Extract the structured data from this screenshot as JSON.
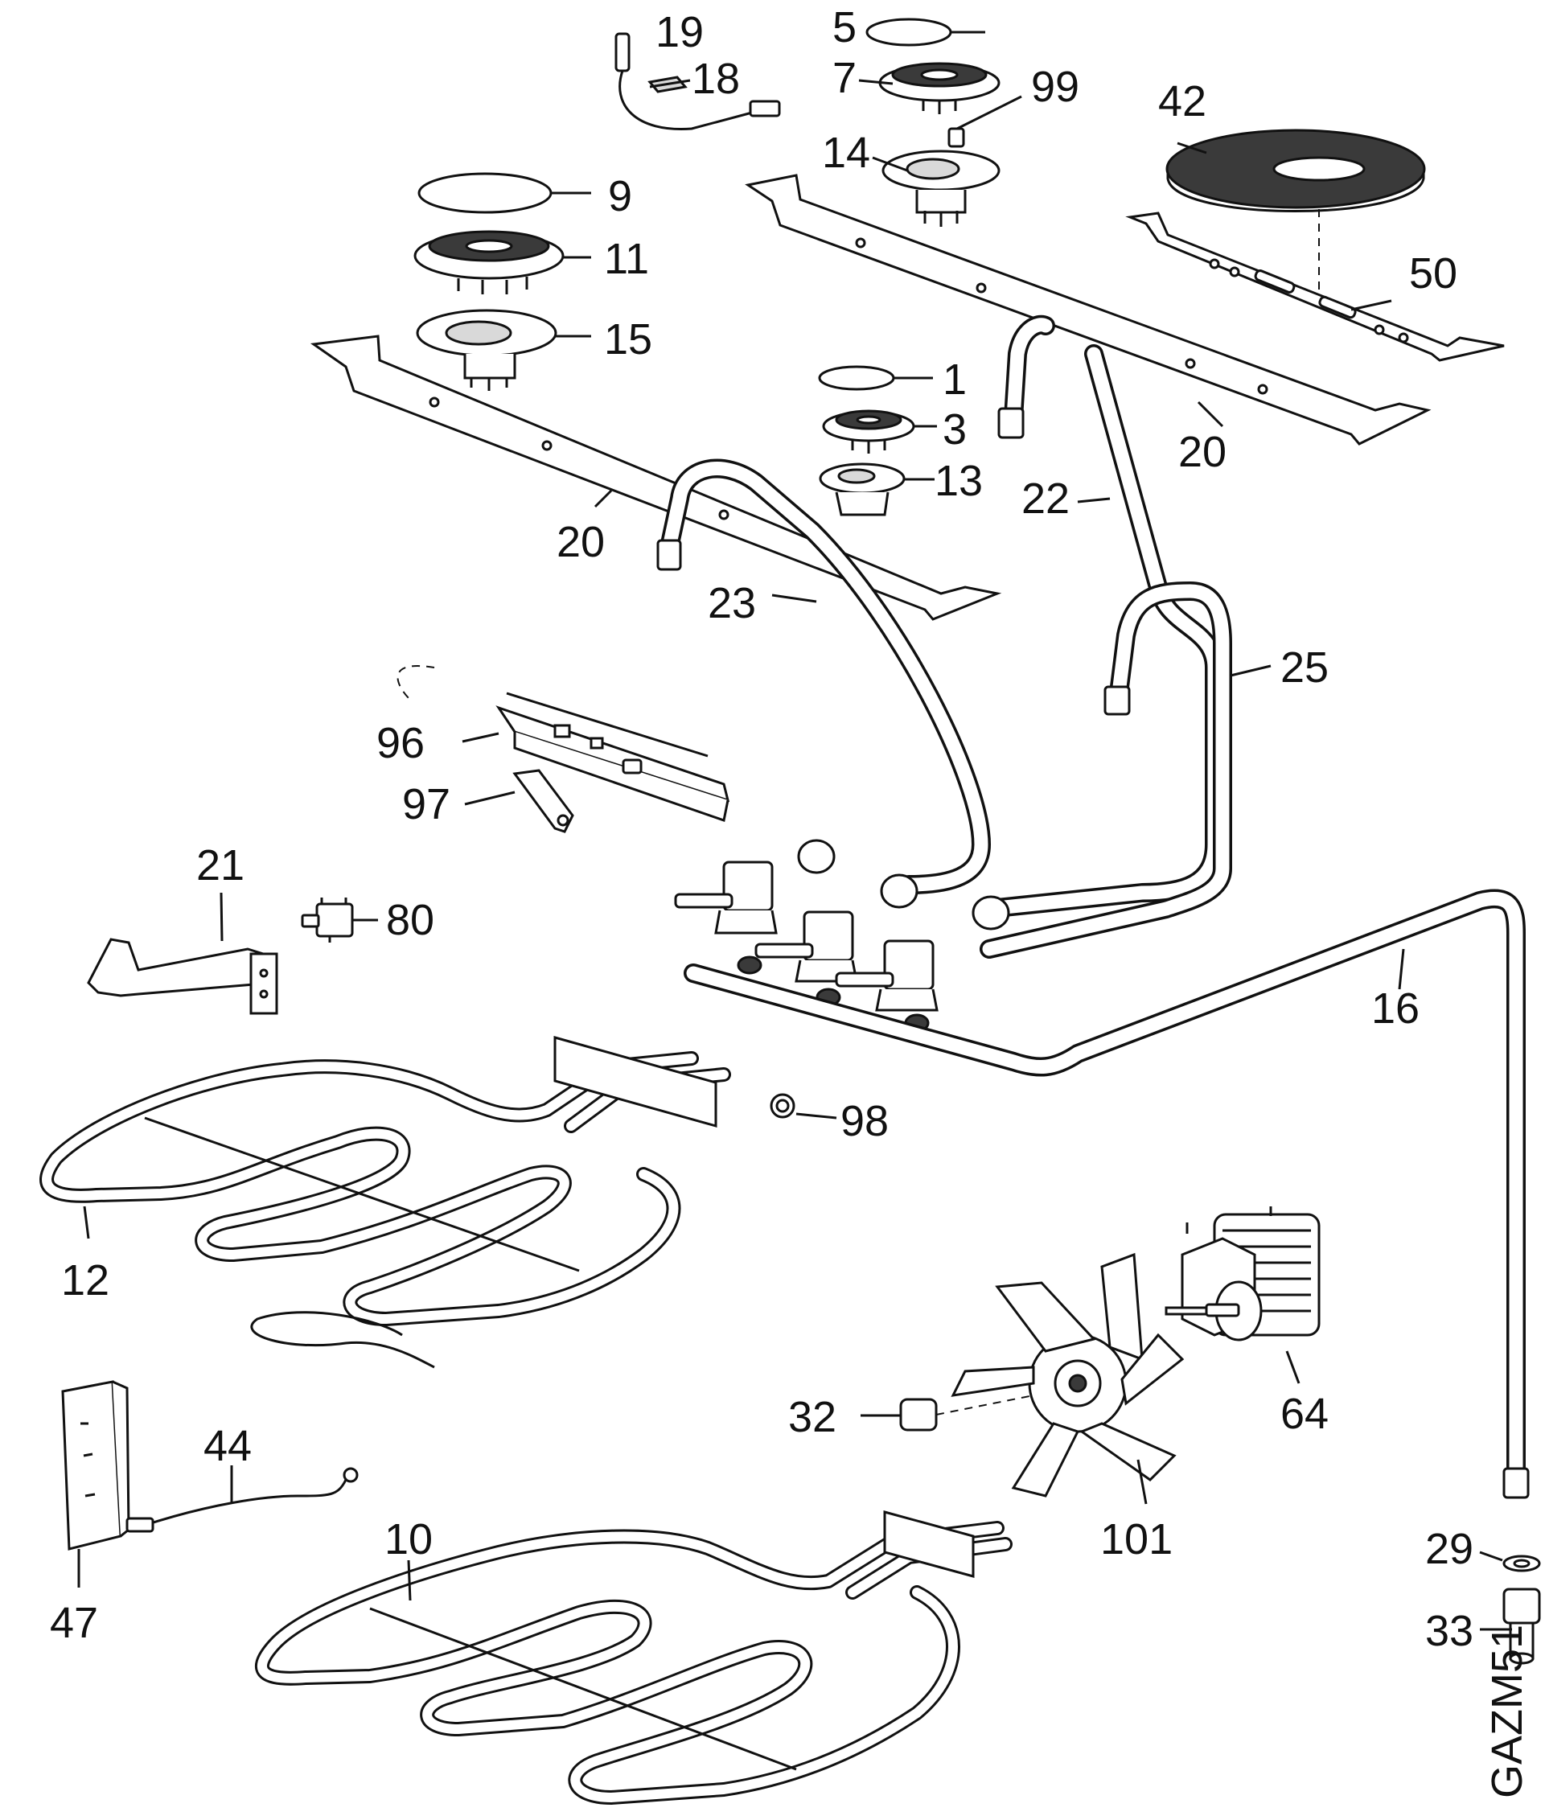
{
  "diagram": {
    "code": "GAZM51",
    "callouts": [
      {
        "id": "c19",
        "text": "19"
      },
      {
        "id": "c18",
        "text": "18"
      },
      {
        "id": "c5",
        "text": "5"
      },
      {
        "id": "c7",
        "text": "7"
      },
      {
        "id": "c99",
        "text": "99"
      },
      {
        "id": "c14",
        "text": "14"
      },
      {
        "id": "c42",
        "text": "42"
      },
      {
        "id": "c9",
        "text": "9"
      },
      {
        "id": "c11",
        "text": "11"
      },
      {
        "id": "c15",
        "text": "15"
      },
      {
        "id": "c50",
        "text": "50"
      },
      {
        "id": "c1",
        "text": "1"
      },
      {
        "id": "c3",
        "text": "3"
      },
      {
        "id": "c13",
        "text": "13"
      },
      {
        "id": "c20a",
        "text": "20"
      },
      {
        "id": "c20b",
        "text": "20"
      },
      {
        "id": "c22",
        "text": "22"
      },
      {
        "id": "c23",
        "text": "23"
      },
      {
        "id": "c25",
        "text": "25"
      },
      {
        "id": "c96",
        "text": "96"
      },
      {
        "id": "c97",
        "text": "97"
      },
      {
        "id": "c21",
        "text": "21"
      },
      {
        "id": "c80",
        "text": "80"
      },
      {
        "id": "c16",
        "text": "16"
      },
      {
        "id": "c98",
        "text": "98"
      },
      {
        "id": "c12",
        "text": "12"
      },
      {
        "id": "c64",
        "text": "64"
      },
      {
        "id": "c32",
        "text": "32"
      },
      {
        "id": "c101",
        "text": "101"
      },
      {
        "id": "c44",
        "text": "44"
      },
      {
        "id": "c10",
        "text": "10"
      },
      {
        "id": "c47",
        "text": "47"
      },
      {
        "id": "c29",
        "text": "29"
      },
      {
        "id": "c33",
        "text": "33"
      }
    ]
  }
}
